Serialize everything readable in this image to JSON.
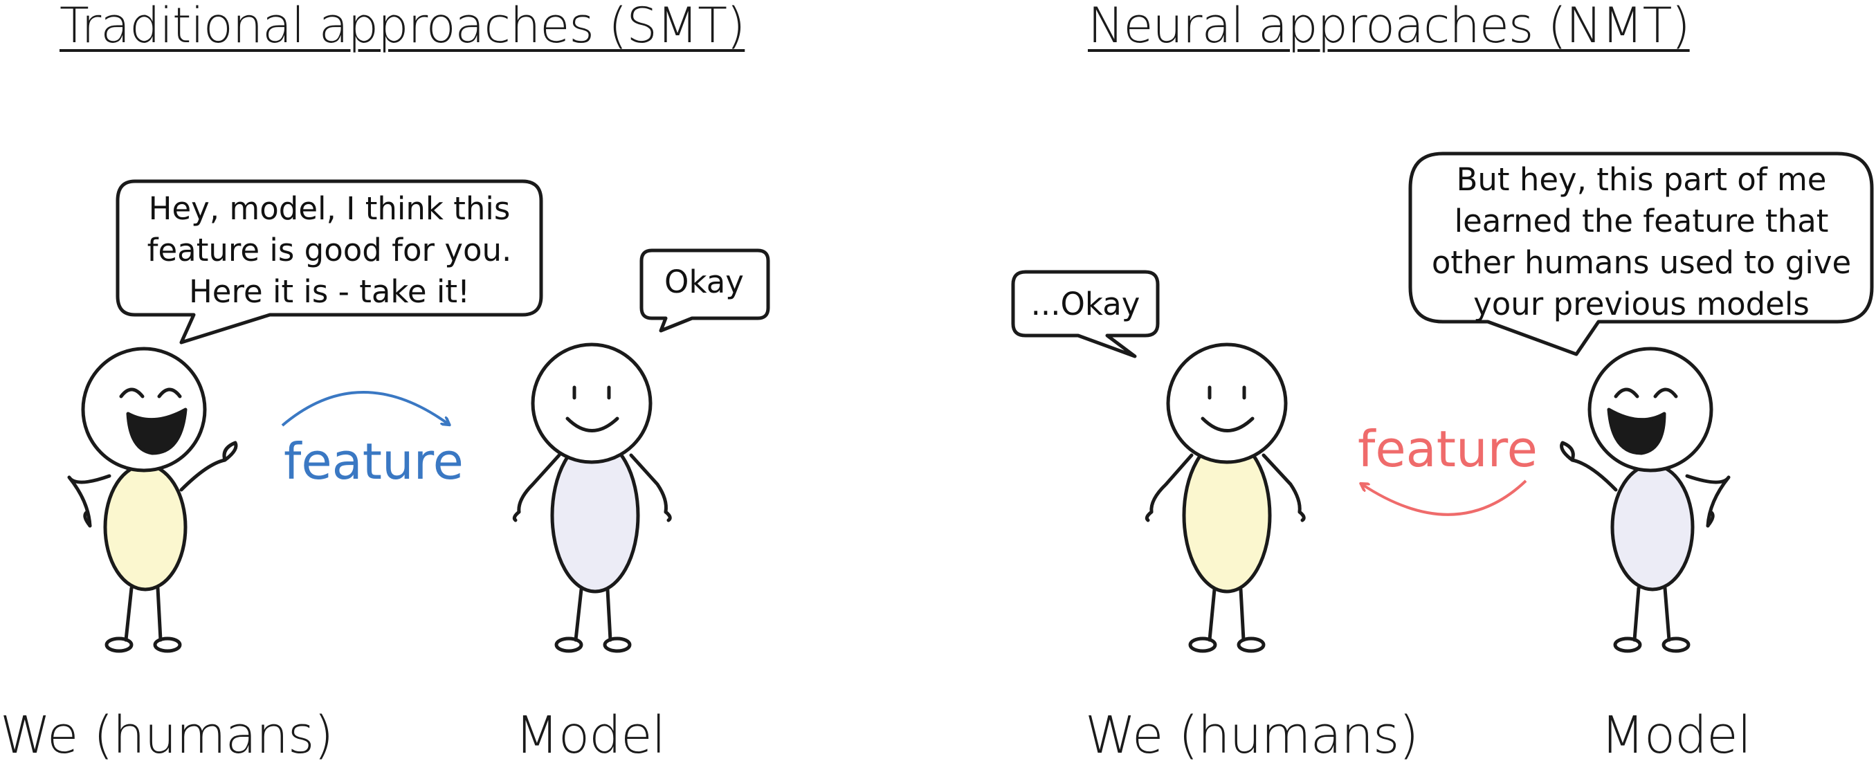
{
  "left_panel": {
    "title": "Traditional approaches (SMT)",
    "human_label": "We (humans)",
    "model_label": "Model",
    "human_speech": [
      "Hey, model, I think this",
      "feature is good for you.",
      "Here it is - take it!"
    ],
    "model_speech": "Okay",
    "arrow_label": "feature",
    "arrow_color": "#3a78c3"
  },
  "right_panel": {
    "title": "Neural approaches (NMT)",
    "human_label": "We (humans)",
    "model_label": "Model",
    "human_speech": "...Okay",
    "model_speech": [
      "But hey, this part of me",
      "learned the feature that",
      "other humans used to give",
      "your previous models"
    ],
    "arrow_label": "feature",
    "arrow_color": "#ef6b6b"
  },
  "colors": {
    "human_body": "#fbf7cf",
    "model_body": "#ececf6",
    "stroke": "#1a1a1a"
  }
}
